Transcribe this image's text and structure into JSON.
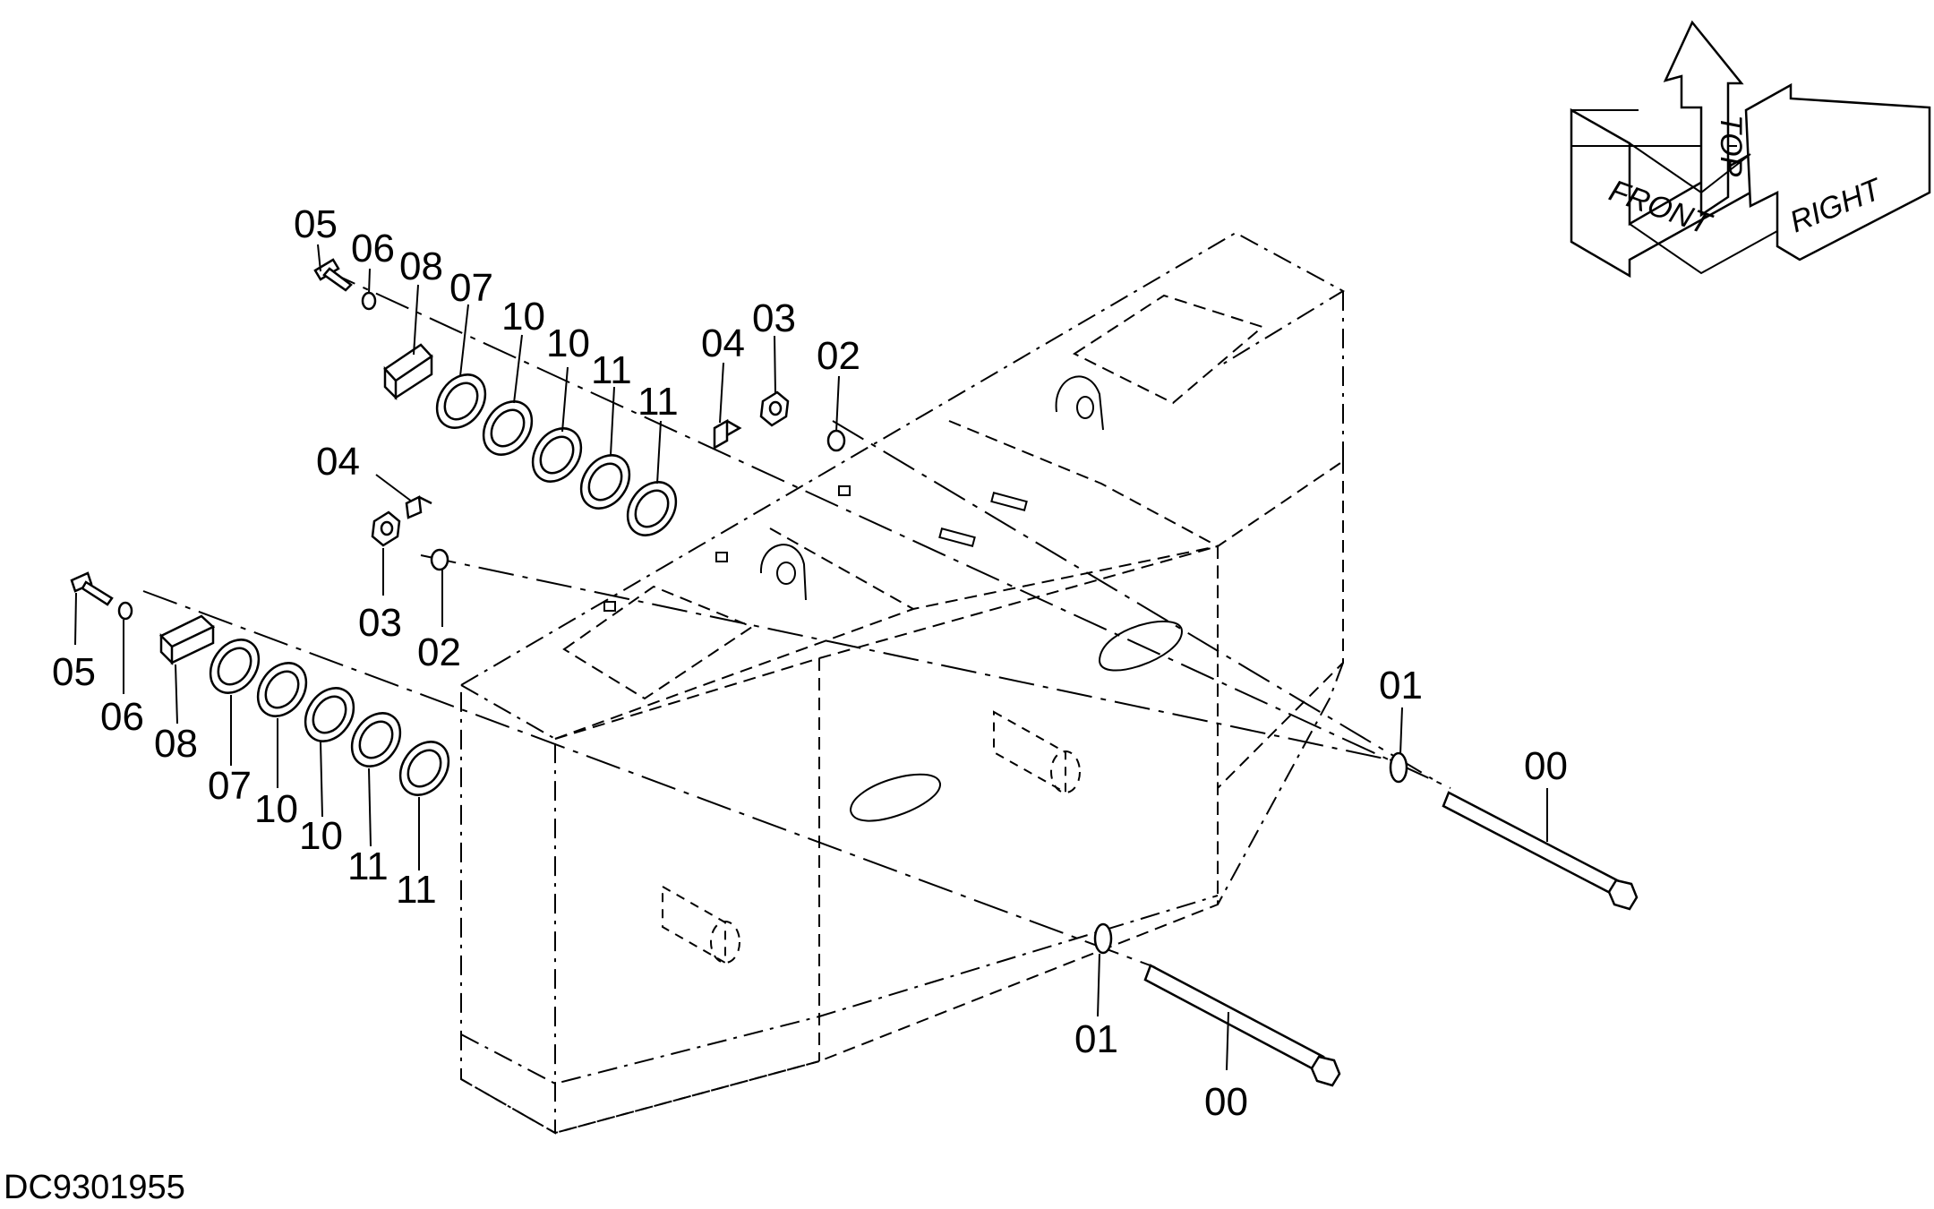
{
  "drawing_code": "DC9301955",
  "orientation": {
    "front": "FRONT",
    "top": "TOP",
    "right": "RIGHT"
  },
  "callouts": [
    {
      "id": "c1",
      "text": "05"
    },
    {
      "id": "c2",
      "text": "06"
    },
    {
      "id": "c3",
      "text": "08"
    },
    {
      "id": "c4",
      "text": "07"
    },
    {
      "id": "c5",
      "text": "10"
    },
    {
      "id": "c6",
      "text": "10"
    },
    {
      "id": "c7",
      "text": "11"
    },
    {
      "id": "c8",
      "text": "11"
    },
    {
      "id": "c9",
      "text": "04"
    },
    {
      "id": "c10",
      "text": "03"
    },
    {
      "id": "c11",
      "text": "02"
    },
    {
      "id": "c12",
      "text": "04"
    },
    {
      "id": "c13",
      "text": "03"
    },
    {
      "id": "c14",
      "text": "02"
    },
    {
      "id": "c15",
      "text": "05"
    },
    {
      "id": "c16",
      "text": "06"
    },
    {
      "id": "c17",
      "text": "08"
    },
    {
      "id": "c18",
      "text": "07"
    },
    {
      "id": "c19",
      "text": "10"
    },
    {
      "id": "c20",
      "text": "10"
    },
    {
      "id": "c21",
      "text": "11"
    },
    {
      "id": "c22",
      "text": "11"
    },
    {
      "id": "c23",
      "text": "01"
    },
    {
      "id": "c24",
      "text": "00"
    },
    {
      "id": "c25",
      "text": "01"
    },
    {
      "id": "c26",
      "text": "00"
    }
  ]
}
